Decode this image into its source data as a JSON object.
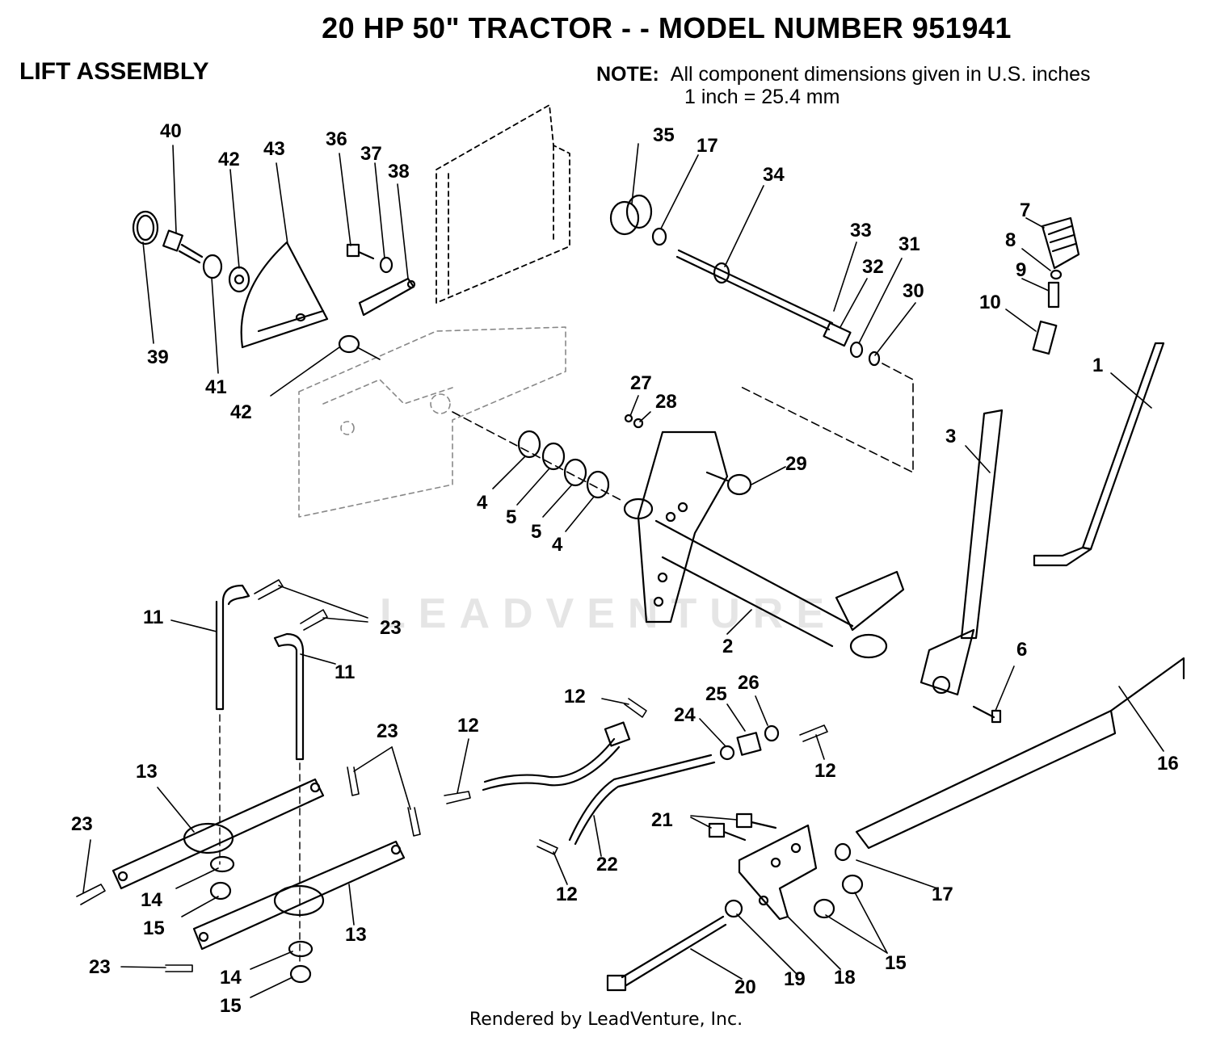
{
  "header": {
    "title": "20 HP 50\" TRACTOR - - MODEL NUMBER 951941",
    "section": "LIFT ASSEMBLY",
    "note_label": "NOTE:",
    "note_line1": "All component dimensions given in U.S. inches",
    "note_line2": "1 inch = 25.4 mm"
  },
  "watermark": "LEADVENTURE",
  "footer": "Rendered by LeadVenture, Inc.",
  "callouts": [
    "40",
    "42",
    "43",
    "36",
    "37",
    "38",
    "35",
    "17",
    "34",
    "7",
    "33",
    "32",
    "31",
    "8",
    "9",
    "10",
    "30",
    "39",
    "41",
    "42",
    "1",
    "27",
    "28",
    "3",
    "29",
    "4",
    "5",
    "5",
    "4",
    "11",
    "23",
    "11",
    "2",
    "6",
    "12",
    "25",
    "26",
    "12",
    "24",
    "23",
    "12",
    "16",
    "13",
    "12",
    "21",
    "22",
    "23",
    "14",
    "15",
    "12",
    "17",
    "13",
    "23",
    "15",
    "14",
    "15",
    "20",
    "19",
    "18"
  ]
}
